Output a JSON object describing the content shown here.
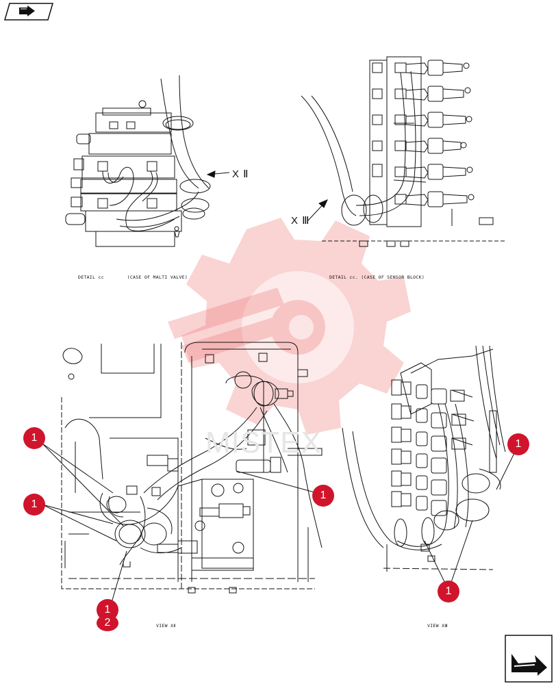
{
  "labels": {
    "detail_left": "DETAIL cc        (CASE OF MALTI VALVE)",
    "detail_right": "DETAIL cc. (CASE OF SENSOR BLOCK)",
    "view_left": "VIEW XⅡ",
    "view_right": "VIEW XⅢ",
    "arrow_xii": "X Ⅱ",
    "arrow_xiii": "X Ⅲ",
    "watermark": "MISTEX"
  },
  "callouts": [
    "1",
    "1",
    "1",
    "1",
    "1",
    "2",
    "1"
  ],
  "colors": {
    "callout": "#d0142c",
    "watermark": "#f4b5b5",
    "line": "#111111"
  },
  "icons": {
    "prev": "prev-page-arrow-icon",
    "next": "next-page-arrow-icon"
  }
}
